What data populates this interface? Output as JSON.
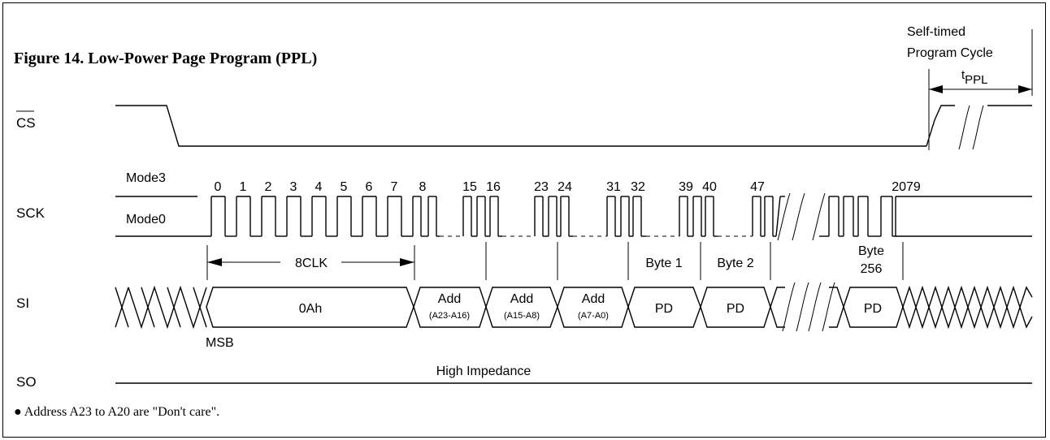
{
  "figure": {
    "title": "Figure 14. Low-Power Page Program (PPL)",
    "self_timed_line1": "Self-timed",
    "self_timed_line2": "Program Cycle",
    "tppl_t": "t",
    "tppl_sub": "PPL"
  },
  "signals": {
    "cs": "CS",
    "sck": "SCK",
    "si": "SI",
    "so": "SO"
  },
  "modes": {
    "mode3": "Mode3",
    "mode0": "Mode0"
  },
  "clock_numbers": [
    "0",
    "1",
    "2",
    "3",
    "4",
    "5",
    "6",
    "7",
    "8",
    "15",
    "16",
    "23",
    "24",
    "31",
    "32",
    "39",
    "40",
    "47",
    "2079"
  ],
  "annotations": {
    "clk8": "8CLK",
    "byte1": "Byte 1",
    "byte2": "Byte 2",
    "byte256_line1": "Byte",
    "byte256_line2": "256",
    "msb": "MSB",
    "high_impedance": "High Impedance"
  },
  "si_fields": {
    "opcode": "0Ah",
    "add1": "Add",
    "add1_sub": "(A23-A16)",
    "add2": "Add",
    "add2_sub": "(A15-A8)",
    "add3": "Add",
    "add3_sub": "(A7-A0)",
    "pd": "PD"
  },
  "footnote": "●  Address A23 to A20 are \"Don't care\"."
}
